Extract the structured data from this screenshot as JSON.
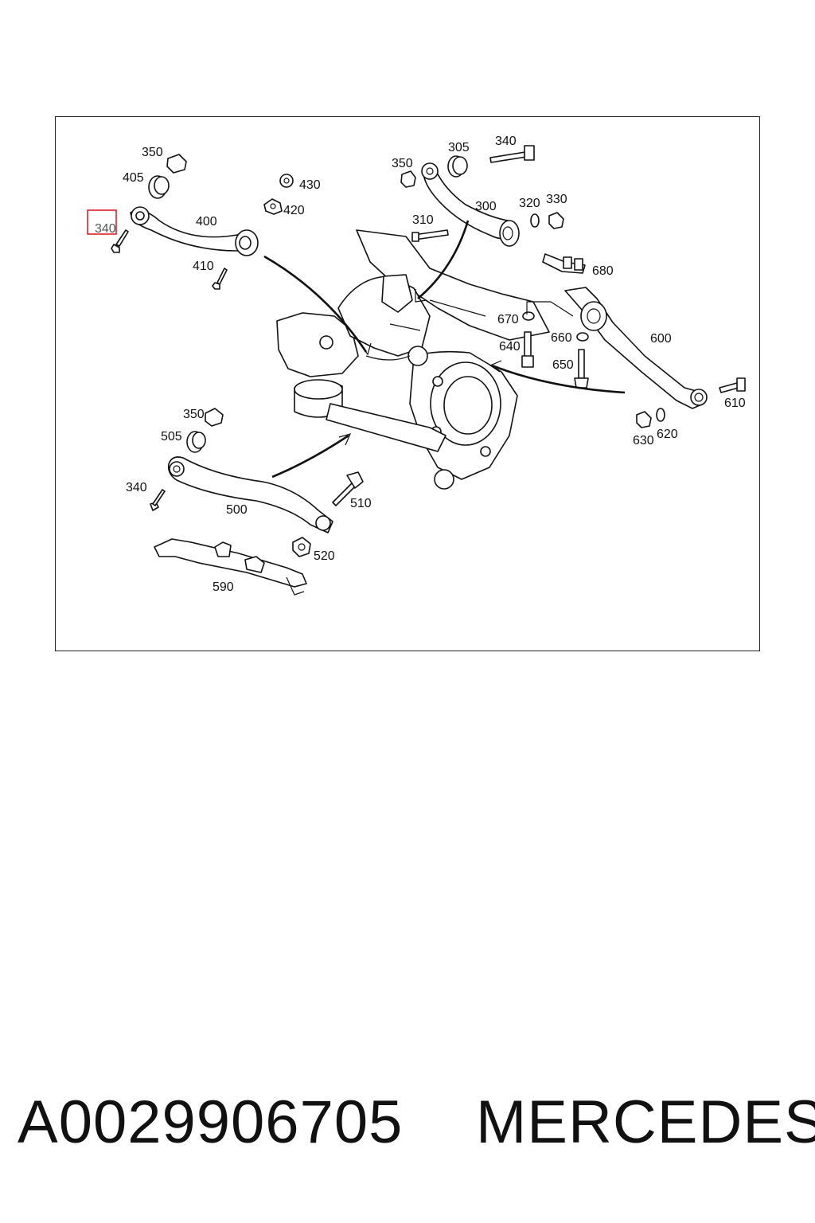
{
  "labels": {
    "l350a": "350",
    "l405": "405",
    "l340a": "340",
    "l400": "400",
    "l410": "410",
    "l430": "430",
    "l420": "420",
    "l350b": "350",
    "l305": "305",
    "l340b": "340",
    "l310": "310",
    "l300": "300",
    "l320": "320",
    "l330": "330",
    "l680": "680",
    "l670": "670",
    "l640": "640",
    "l660": "660",
    "l650": "650",
    "l600": "600",
    "l610": "610",
    "l630": "630",
    "l620": "620",
    "l350c": "350",
    "l505": "505",
    "l340c": "340",
    "l500": "500",
    "l510": "510",
    "l520": "520",
    "l590": "590"
  },
  "highlight_color": "#e0202a",
  "footer": {
    "part_number": "A0029906705",
    "brand": "MERCEDES"
  }
}
